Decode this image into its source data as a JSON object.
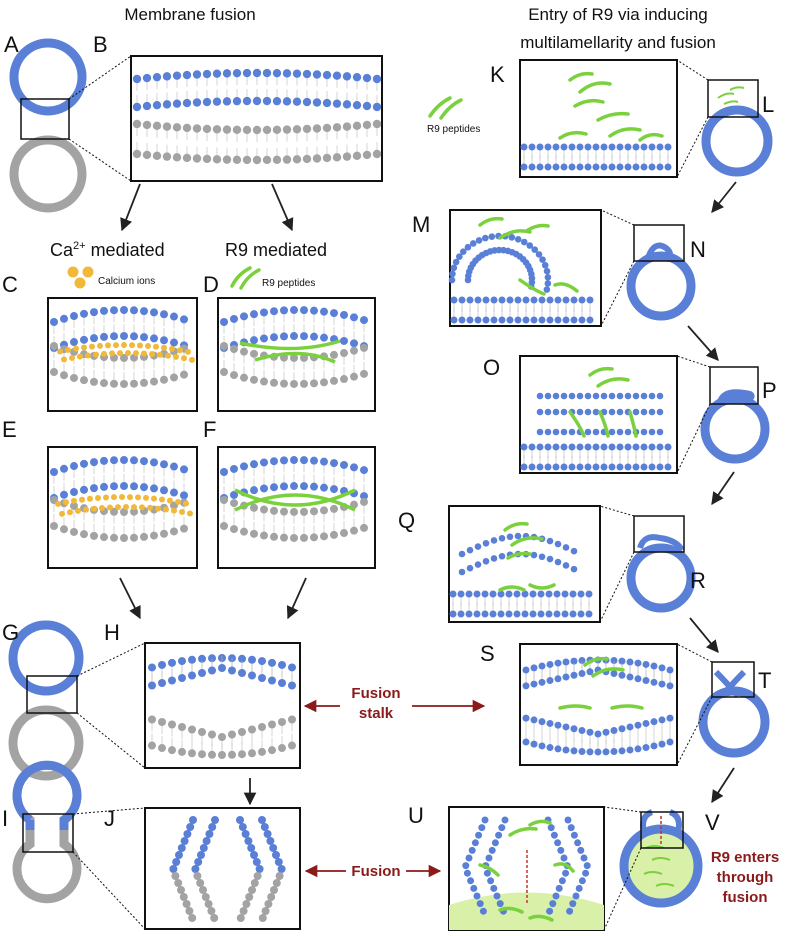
{
  "headers": {
    "left": "Membrane fusion",
    "right_line1": "Entry of R9 via inducing",
    "right_line2": "multilamellarity and fusion"
  },
  "panel_letters": [
    "A",
    "B",
    "C",
    "D",
    "E",
    "F",
    "G",
    "H",
    "I",
    "J",
    "K",
    "L",
    "M",
    "N",
    "O",
    "P",
    "Q",
    "R",
    "S",
    "T",
    "U",
    "V"
  ],
  "branches": {
    "ca_prefix": "Ca",
    "ca_sup": "2+",
    "ca_suffix": " mediated",
    "r9": "R9 mediated"
  },
  "legends": {
    "calcium": "Calcium ions",
    "r9_peptides_d": "R9 peptides",
    "r9_peptides_k": "R9 peptides"
  },
  "annotations": {
    "fusion_stalk_line1": "Fusion",
    "fusion_stalk_line2": "stalk",
    "fusion": "Fusion",
    "r9_enters_line1": "R9 enters",
    "r9_enters_line2": "through",
    "r9_enters_line3": "fusion"
  },
  "colors": {
    "blue_lipid": "#5a7fd6",
    "gray_lipid": "#a3a3a3",
    "calcium": "#f0b93a",
    "r9_peptide": "#7bd13d",
    "annotation_red": "#8b1a1a",
    "cytoplasm": "#d9f0a8"
  }
}
